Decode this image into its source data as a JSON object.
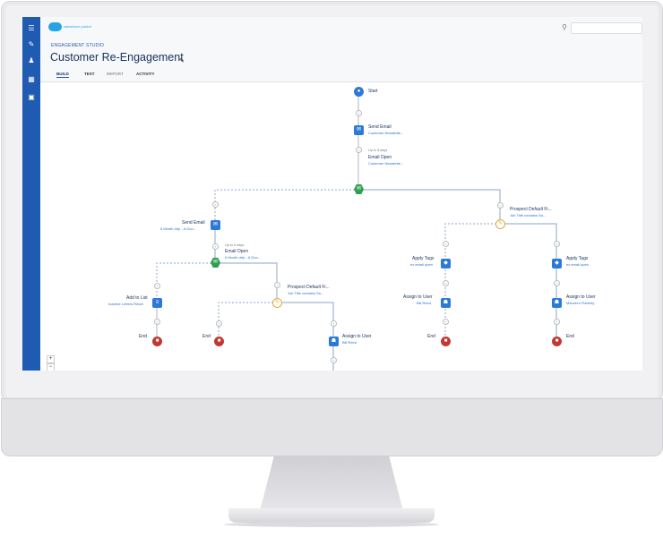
{
  "app": {
    "logo_text": "salesforce pardot"
  },
  "header": {
    "breadcrumb": "ENGAGEMENT STUDIO",
    "title": "Customer Re-Engagement"
  },
  "tabs": [
    {
      "label": "BUILD",
      "active": true
    },
    {
      "label": "TEST",
      "active": false
    },
    {
      "label": "REPORT",
      "active": false
    },
    {
      "label": "ACTIVITY",
      "active": false
    }
  ],
  "zoom": {
    "in": "+",
    "out": "−"
  },
  "flow": {
    "start": {
      "label": "Start"
    },
    "send_email_1": {
      "label": "Send Email",
      "sub": "Customer Newslette..."
    },
    "email_open_1": {
      "wait": "Up to 5 days",
      "label": "Email Open",
      "sub": "Customer Newslette..."
    },
    "send_email_2": {
      "label": "Send Email",
      "sub": "6 Month drip - A Goo..."
    },
    "email_open_2": {
      "wait": "Up to 5 days",
      "label": "Email Open",
      "sub": "6 Month drip - A Goo..."
    },
    "add_to_list": {
      "label": "Add to List",
      "sub": "Inactive Letters Reset"
    },
    "prospect_rule_1": {
      "label": "Prospect Default Fi...",
      "sub": "Job Title contains Sa..."
    },
    "assign_user_1": {
      "label": "Assign to User",
      "sub": "Bill Reed"
    },
    "prospect_rule_2": {
      "label": "Prospect Default Fi...",
      "sub": "Job Title contains Sa..."
    },
    "apply_tags_1": {
      "label": "Apply Tags",
      "sub": "ex.email open"
    },
    "assign_user_2": {
      "label": "Assign to User",
      "sub": "Bill Reed"
    },
    "apply_tags_2": {
      "label": "Apply Tags",
      "sub": "ex.email open"
    },
    "assign_user_3": {
      "label": "Assign to User",
      "sub": "Maureen Flaherty"
    },
    "end_label": "End"
  }
}
